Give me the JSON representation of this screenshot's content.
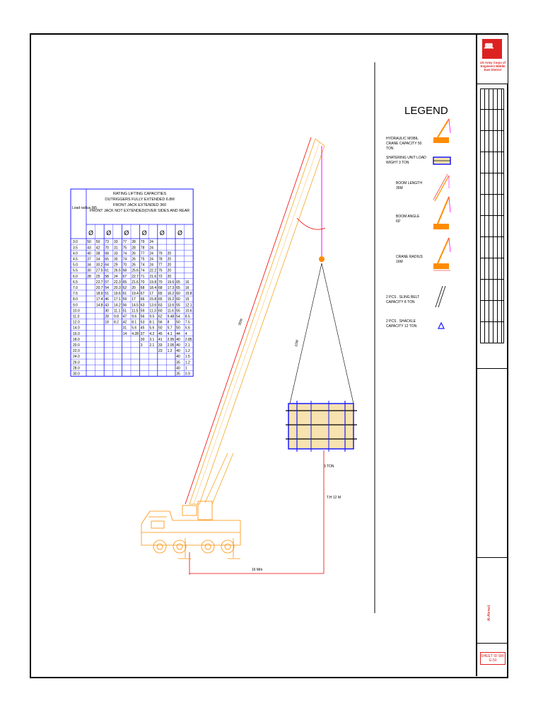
{
  "legend": {
    "title": "LEGEND",
    "items": [
      {
        "text": "HYDRAULIC MOBIL CRANE CAPACITY 50 TON",
        "icon": "crane-icon"
      },
      {
        "text": "SHATERING UNIT LOAD WIGHT 3 TON",
        "icon": "load-icon"
      },
      {
        "text": "BOOM LENGTH 35M",
        "icon": "boom-length-icon"
      },
      {
        "text": "BOOM ANGLE 60'",
        "icon": "boom-angle-icon"
      },
      {
        "text": "CRANE RADIUS 16M",
        "icon": "crane-radius-icon"
      },
      {
        "text": "2 PCS . SLING BELT CAPACITY 8 TON",
        "icon": "sling-belt-icon"
      },
      {
        "text": "2 PCS . SHACKLE CAPACITY 12 TON",
        "icon": "shackle-icon"
      }
    ]
  },
  "table": {
    "header_left": "Load radius (M)",
    "header_right": [
      "RATING LIFTING CAPACITIES",
      "OUTRIGGERS FULLY EXTENDED 6.8M",
      "FRONT JACK EXTENDED 360",
      "FRONT JACK NOT EXTENDED(OVER SIDES AND REAR"
    ],
    "radii": [
      "3.0",
      "3.5",
      "4.0",
      "4.5",
      "5.0",
      "5.5",
      "6.0",
      "6.5",
      "7.0",
      "7.5",
      "8.0",
      "9.0",
      "10.0",
      "11.0",
      "12.0",
      "14.0",
      "16.0",
      "18.0",
      "20.0",
      "22.0",
      "24.0",
      "26.0",
      "28.0",
      "30.0"
    ],
    "rows": [
      [
        "50",
        "50",
        "73",
        "33",
        "77",
        "28",
        "79",
        "24",
        "",
        "",
        "",
        ""
      ],
      [
        "43",
        "42",
        "70",
        "31",
        "75",
        "28",
        "78",
        "24",
        "",
        "",
        "",
        ""
      ],
      [
        "40",
        "38",
        "68",
        "33",
        "74",
        "26",
        "77",
        "24",
        "79",
        "20",
        "",
        ""
      ],
      [
        "37",
        "34",
        "65",
        "30",
        "74",
        "26",
        "75",
        "24",
        "78",
        "20",
        "",
        ""
      ],
      [
        "34",
        "30.2",
        "64",
        "29",
        "70",
        "26",
        "74",
        "24",
        "77",
        "20",
        "",
        ""
      ],
      [
        "30",
        "27.5",
        "61",
        "26.5",
        "68",
        "25.6",
        "74",
        "22.2",
        "75",
        "20",
        "",
        ""
      ],
      [
        "28",
        "25",
        "58",
        "24",
        "67",
        "22.7",
        "71",
        "21.6",
        "72",
        "20",
        "",
        ""
      ],
      [
        "",
        "22.7",
        "57",
        "22.3",
        "65",
        "21.6",
        "70",
        "19.8",
        "70",
        "19.6",
        "65",
        "16"
      ],
      [
        "",
        "20.7",
        "54",
        "20.3",
        "62",
        "20",
        "68",
        "18.4",
        "68",
        "17.3",
        "65",
        "16"
      ],
      [
        "",
        "18.9",
        "51",
        "19.6",
        "61",
        "19.4",
        "67",
        "17",
        "65",
        "16.2",
        "60",
        "15.8"
      ],
      [
        "",
        "17.4",
        "46",
        "17.1",
        "59",
        "17",
        "66",
        "15.8",
        "65",
        "15.2",
        "60",
        "15"
      ],
      [
        "",
        "14.8",
        "43",
        "14.2",
        "56",
        "14.5",
        "63",
        "13.6",
        "63",
        "13.6",
        "55",
        "12.1"
      ],
      [
        "",
        "",
        "30",
        "11.1",
        "51",
        "11.5",
        "59",
        "11.3",
        "60",
        "11.6",
        "55",
        "10.6"
      ],
      [
        "",
        "",
        "28",
        "9.8",
        "47",
        "9.6",
        "56",
        "9.5",
        "62",
        "9.48",
        "54",
        "8.5"
      ],
      [
        "",
        "",
        "18",
        "8.2",
        "42",
        "8.1",
        "53",
        "8.1",
        "56",
        "8",
        "50",
        "7.5"
      ],
      [
        "",
        "",
        "",
        "",
        "31",
        "5.6",
        "45",
        "5.6",
        "50",
        "5.7",
        "50",
        "5.6"
      ],
      [
        "",
        "",
        "",
        "",
        "14",
        "4.28",
        "37",
        "4.2",
        "45",
        "4.1",
        "44",
        "4"
      ],
      [
        "",
        "",
        "",
        "",
        "",
        "",
        "30",
        "3.1",
        "41",
        "2.95",
        "40",
        "2.85"
      ],
      [
        "",
        "",
        "",
        "",
        "",
        "",
        "3",
        "2.1",
        "33",
        "2.05",
        "40",
        "2.1"
      ],
      [
        "",
        "",
        "",
        "",
        "",
        "",
        "",
        "",
        "23",
        "1.2",
        "40",
        "1.2"
      ],
      [
        "",
        "",
        "",
        "",
        "",
        "",
        "",
        "",
        "",
        "",
        "40",
        "1.5"
      ],
      [
        "",
        "",
        "",
        "",
        "",
        "",
        "",
        "",
        "",
        "",
        "35",
        "1.2"
      ],
      [
        "",
        "",
        "",
        "",
        "",
        "",
        "",
        "",
        "",
        "",
        "40",
        "1"
      ],
      [
        "",
        "",
        "",
        "",
        "",
        "",
        "",
        "",
        "",
        "",
        "35",
        "0.9"
      ]
    ]
  },
  "drawing": {
    "boom_label": "35M",
    "sling_label": "10M",
    "load_label": "3 TON",
    "height_label": "T.H 12 M",
    "radius_label": "16 Mm"
  },
  "titleblock": {
    "org": "US Army Corps of Engineers Middle East District",
    "logo_text": "Al-Ahmed",
    "sheet_id": "SHEET ID SM-G-50"
  },
  "colors": {
    "accent": "#d22222",
    "crane": "#ff8c00",
    "sling": "#ff00ff",
    "load_frame": "#1a1aff"
  }
}
